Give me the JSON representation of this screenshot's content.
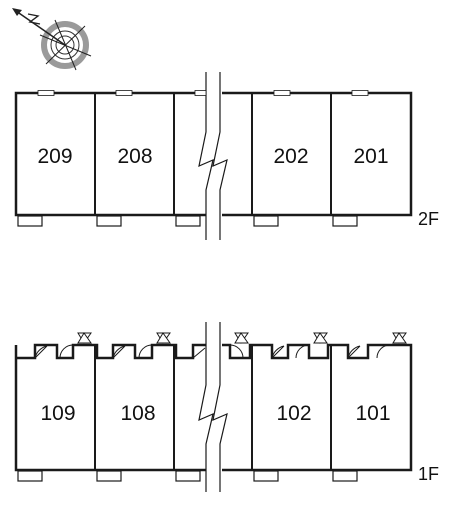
{
  "floors": [
    {
      "label": "2F",
      "rooms": [
        {
          "number": "209"
        },
        {
          "number": "208"
        },
        {
          "number": ""
        },
        {
          "number": "202"
        },
        {
          "number": "201"
        }
      ]
    },
    {
      "label": "1F",
      "rooms": [
        {
          "number": "109"
        },
        {
          "number": "108"
        },
        {
          "number": ""
        },
        {
          "number": "102"
        },
        {
          "number": "101"
        }
      ]
    }
  ],
  "compass": {
    "icon": "compass-icon",
    "direction": "north-west"
  },
  "colors": {
    "line": "#1a1a1a",
    "compass_ring": "#9a9a9a"
  }
}
